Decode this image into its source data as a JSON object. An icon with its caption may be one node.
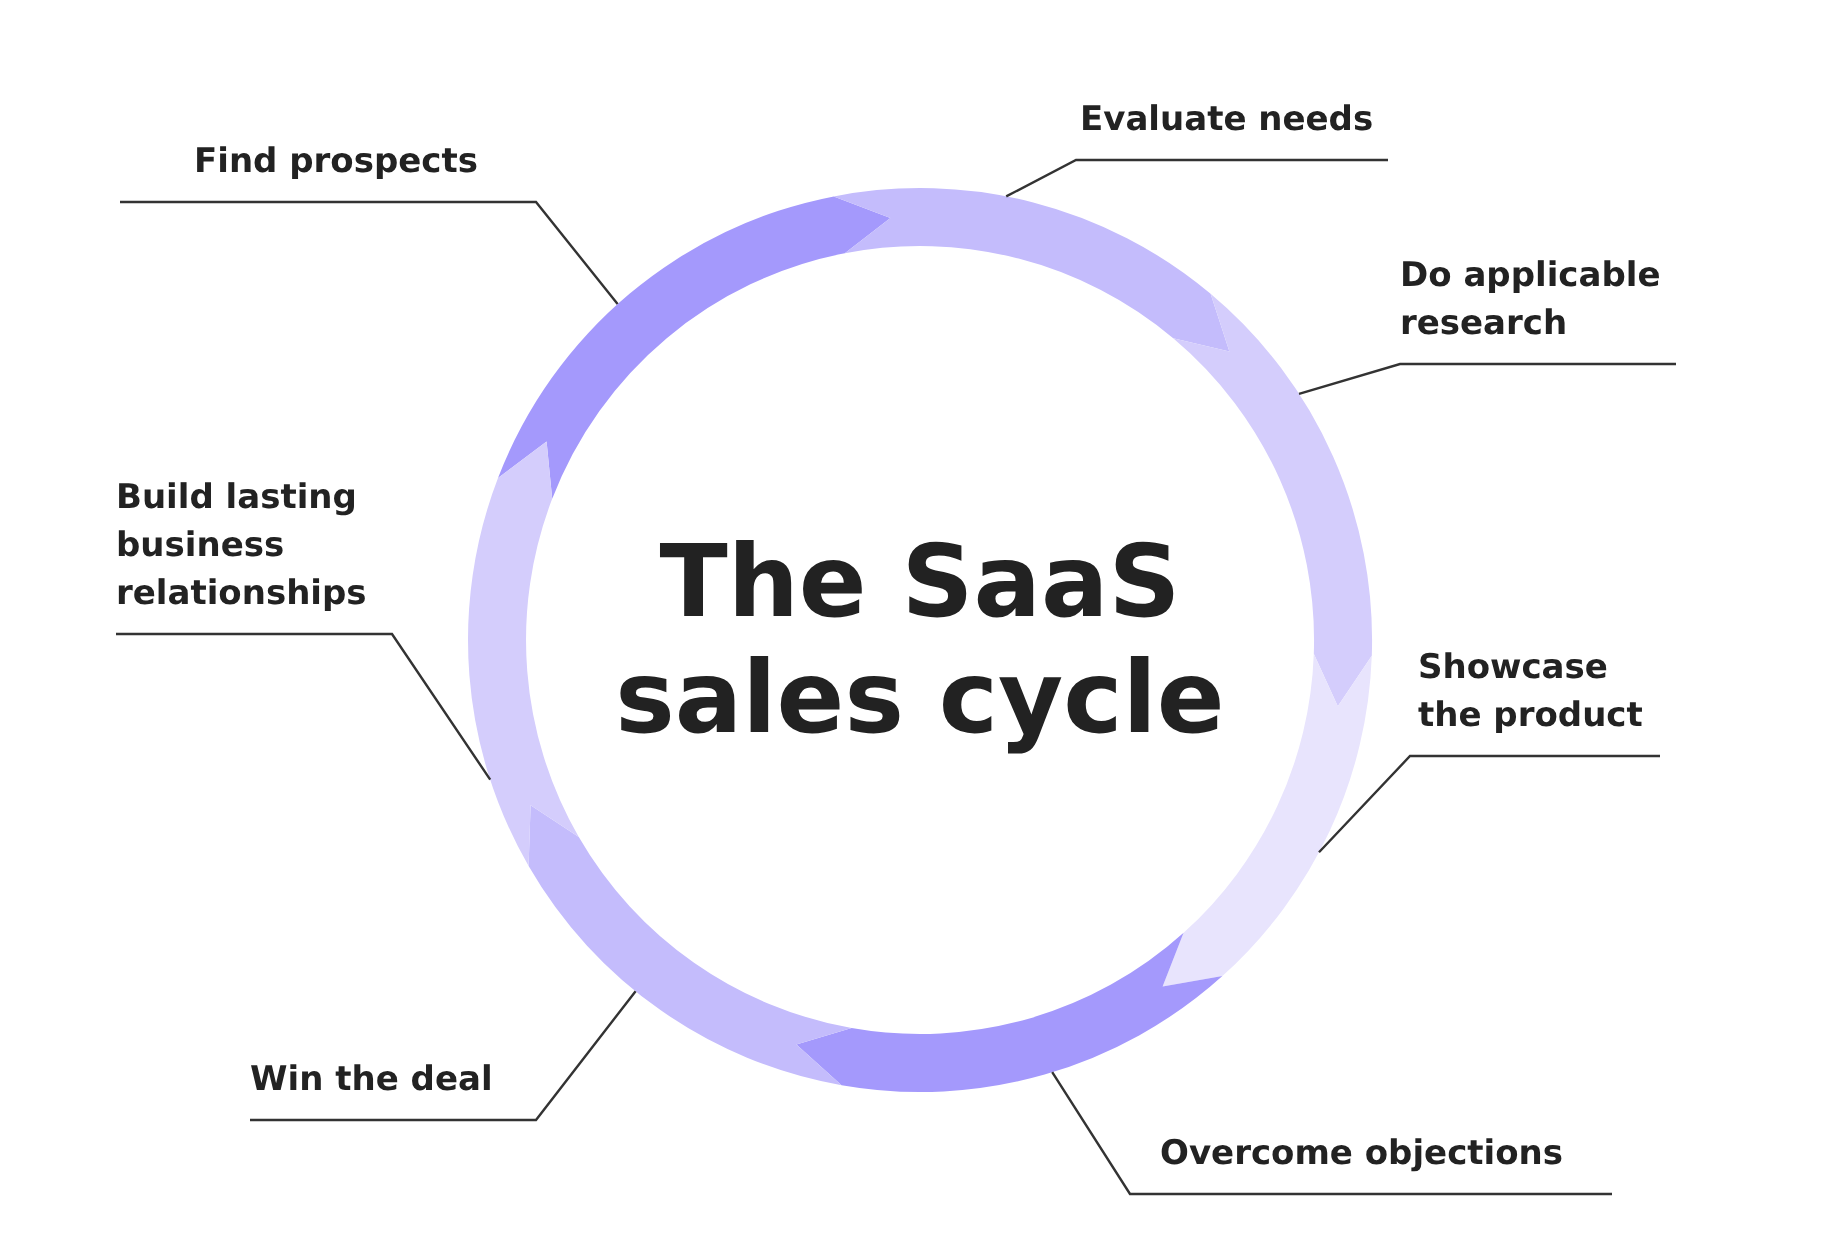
{
  "diagram": {
    "title": "The SaaS sales cycle",
    "nodes": [
      {
        "text": [
          "Find prospects"
        ]
      },
      {
        "text": [
          "Evaluate needs"
        ]
      },
      {
        "text": [
          "Do applicable research"
        ]
      },
      {
        "text": [
          "Build lasting business relationships"
        ]
      },
      {
        "text": [
          "Showcase the product"
        ]
      },
      {
        "text": [
          "Win the deal"
        ]
      },
      {
        "text": [
          "Overcome objections"
        ]
      },
      {
        "text": [],
        "shape": "arrow"
      },
      {
        "text": [],
        "shape": "arrow"
      },
      {
        "text": [],
        "shape": "arrow"
      },
      {
        "text": [],
        "shape": "arrow"
      },
      {
        "text": [],
        "shape": "arrow"
      },
      {
        "text": [],
        "shape": "arrow"
      },
      {
        "text": [],
        "shape": "arrow"
      }
    ],
    "edges": [
      {
        "from": 0,
        "to": 7,
        "arrow": "none"
      },
      {
        "from": 1,
        "to": 8,
        "arrow": "none"
      },
      {
        "from": 2,
        "to": 9,
        "arrow": "none"
      },
      {
        "from": 3,
        "to": 13,
        "arrow": "none"
      },
      {
        "from": 4,
        "to": 10,
        "arrow": "none"
      },
      {
        "from": 5,
        "to": 12,
        "arrow": "none"
      },
      {
        "from": 6,
        "to": 11,
        "arrow": "none"
      }
    ]
  }
}
